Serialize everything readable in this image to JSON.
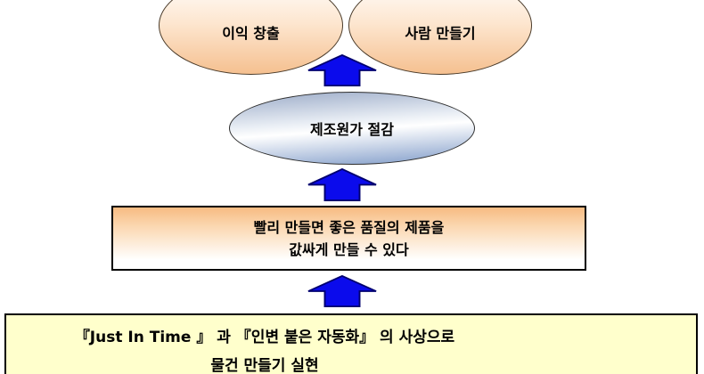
{
  "colors": {
    "arrow_fill": "#0b0bec",
    "arrow_stroke": "#00006e",
    "peach_accent": "#f5c090",
    "steel_blue_accent": "#7e9ac8",
    "foundation_yellow": "#ffffcc"
  },
  "top_goals": {
    "profit_label": "이익 창출",
    "people_label": "사람 만들기"
  },
  "cost_ellipse": {
    "label": "제조원가 절감"
  },
  "statement_box": {
    "line1": "빨리 만들면 좋은 품질의 제품을",
    "line2": "값싸게 만들 수 있다"
  },
  "foundation_box": {
    "line1": "『Just In Time 』 과 『인변 붙은 자동화』 의 사상으로",
    "line2": "물건 만들기 실현"
  }
}
